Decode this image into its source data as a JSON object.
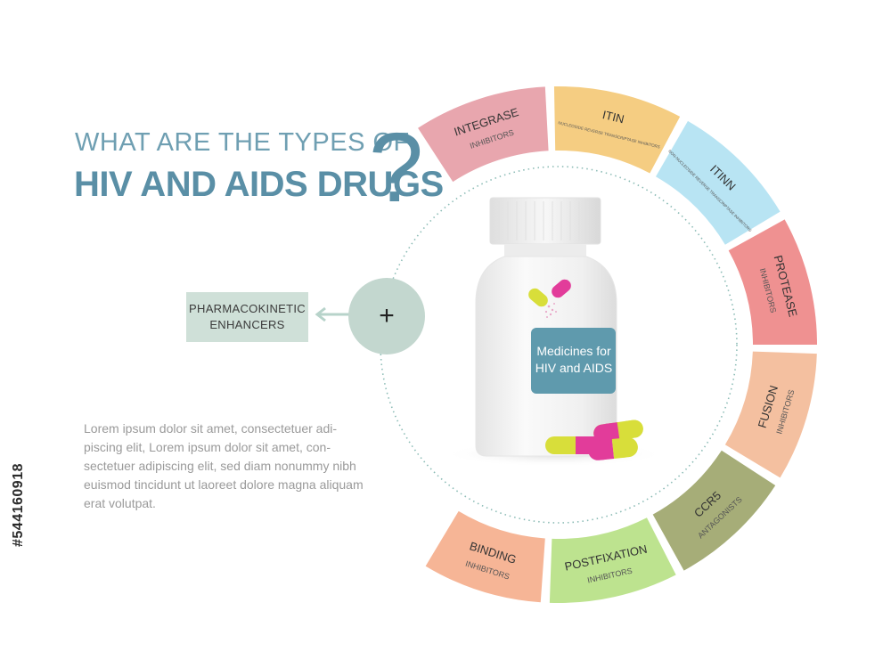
{
  "title": {
    "line1": "WHAT ARE THE TYPES OF",
    "line2": "HIV AND AIDS DRUGS",
    "question_mark": "?"
  },
  "enhancer": {
    "line1": "PHARMACOKINETIC",
    "line2": "ENHANCERS",
    "plus": "+"
  },
  "bottle_label": {
    "line1": "Medicines for",
    "line2": "HIV and AIDS"
  },
  "body_text": "Lorem ipsum dolor sit amet, consectetuer adi-piscing elit, Lorem ipsum dolor sit amet, con-sectetuer adipiscing elit, sed diam nonummy nibh euismod tincidunt ut laoreet dolore magna aliquam erat volutpat.",
  "segments": [
    {
      "name": "integrase",
      "title": "INTEGRASE",
      "subtitle": "INHIBITORS",
      "color": "#e8a6ae"
    },
    {
      "name": "itin",
      "title": "ITIN",
      "subtitle": "NUCLEOSIDE REVERSE TRANSCRIPTASE INHIBITORS",
      "color": "#f5cd82"
    },
    {
      "name": "itinn",
      "title": "ITINN",
      "subtitle": "NON-NUCLEOSIDE REVERSE TRANSCRIPTASE INHIBITORS",
      "color": "#b8e4f3"
    },
    {
      "name": "protease",
      "title": "PROTEASE",
      "subtitle": "INHIBITORS",
      "color": "#ef9191"
    },
    {
      "name": "fusion",
      "title": "FUSION",
      "subtitle": "INHIBITORS",
      "color": "#f4c0a0"
    },
    {
      "name": "ccr5",
      "title": "CCR5",
      "subtitle": "ANTAGONISTS",
      "color": "#a6ad78"
    },
    {
      "name": "postfixation",
      "title": "POSTFIXATION",
      "subtitle": "INHIBITORS",
      "color": "#bde38f"
    },
    {
      "name": "binding",
      "title": "BINDING",
      "subtitle": "INHIBITORS",
      "color": "#f6b596"
    }
  ],
  "stock_id": "#544160918"
}
